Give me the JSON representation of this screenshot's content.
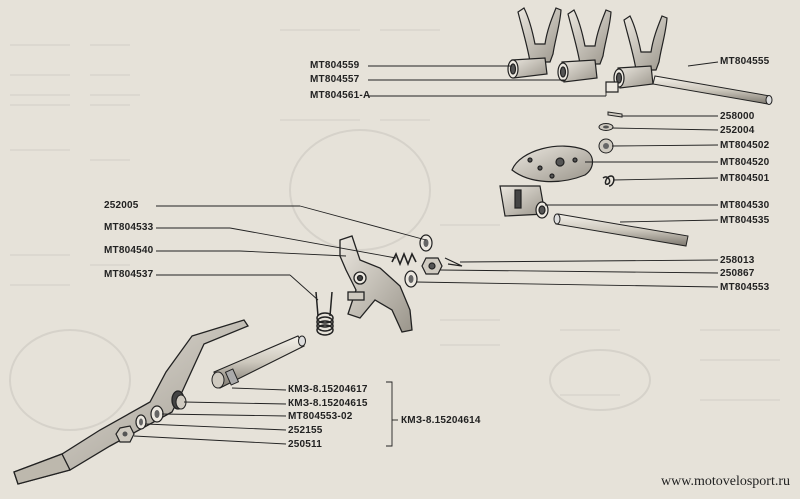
{
  "labels": {
    "mt804559": "МТ804559",
    "mt804557": "МТ804557",
    "mt804561a": "МТ804561-А",
    "mt804555": "МТ804555",
    "n258000": "258000",
    "n252004": "252004",
    "mt804502": "МТ804502",
    "mt804520": "МТ804520",
    "mt804501": "МТ804501",
    "mt804530": "МТ804530",
    "mt804535": "МТ804535",
    "n252005": "252005",
    "mt804533": "МТ804533",
    "mt804540": "МТ804540",
    "mt804537": "МТ804537",
    "n258013": "258013",
    "n250867": "250867",
    "mt804553": "МТ804553",
    "km3_617": "КМЗ-8.15204617",
    "km3_615": "КМЗ-8.15204615",
    "mt804553_02": "МТ804553-02",
    "n252155": "252155",
    "n250511": "250511",
    "km3_614": "КМЗ-8.15204614"
  },
  "watermark": "www.motovelosport.ru",
  "colors": {
    "paper": "#e6e2d9",
    "ink": "#222222",
    "part_fill": "#cfcac0",
    "part_light": "#ece8e0"
  }
}
